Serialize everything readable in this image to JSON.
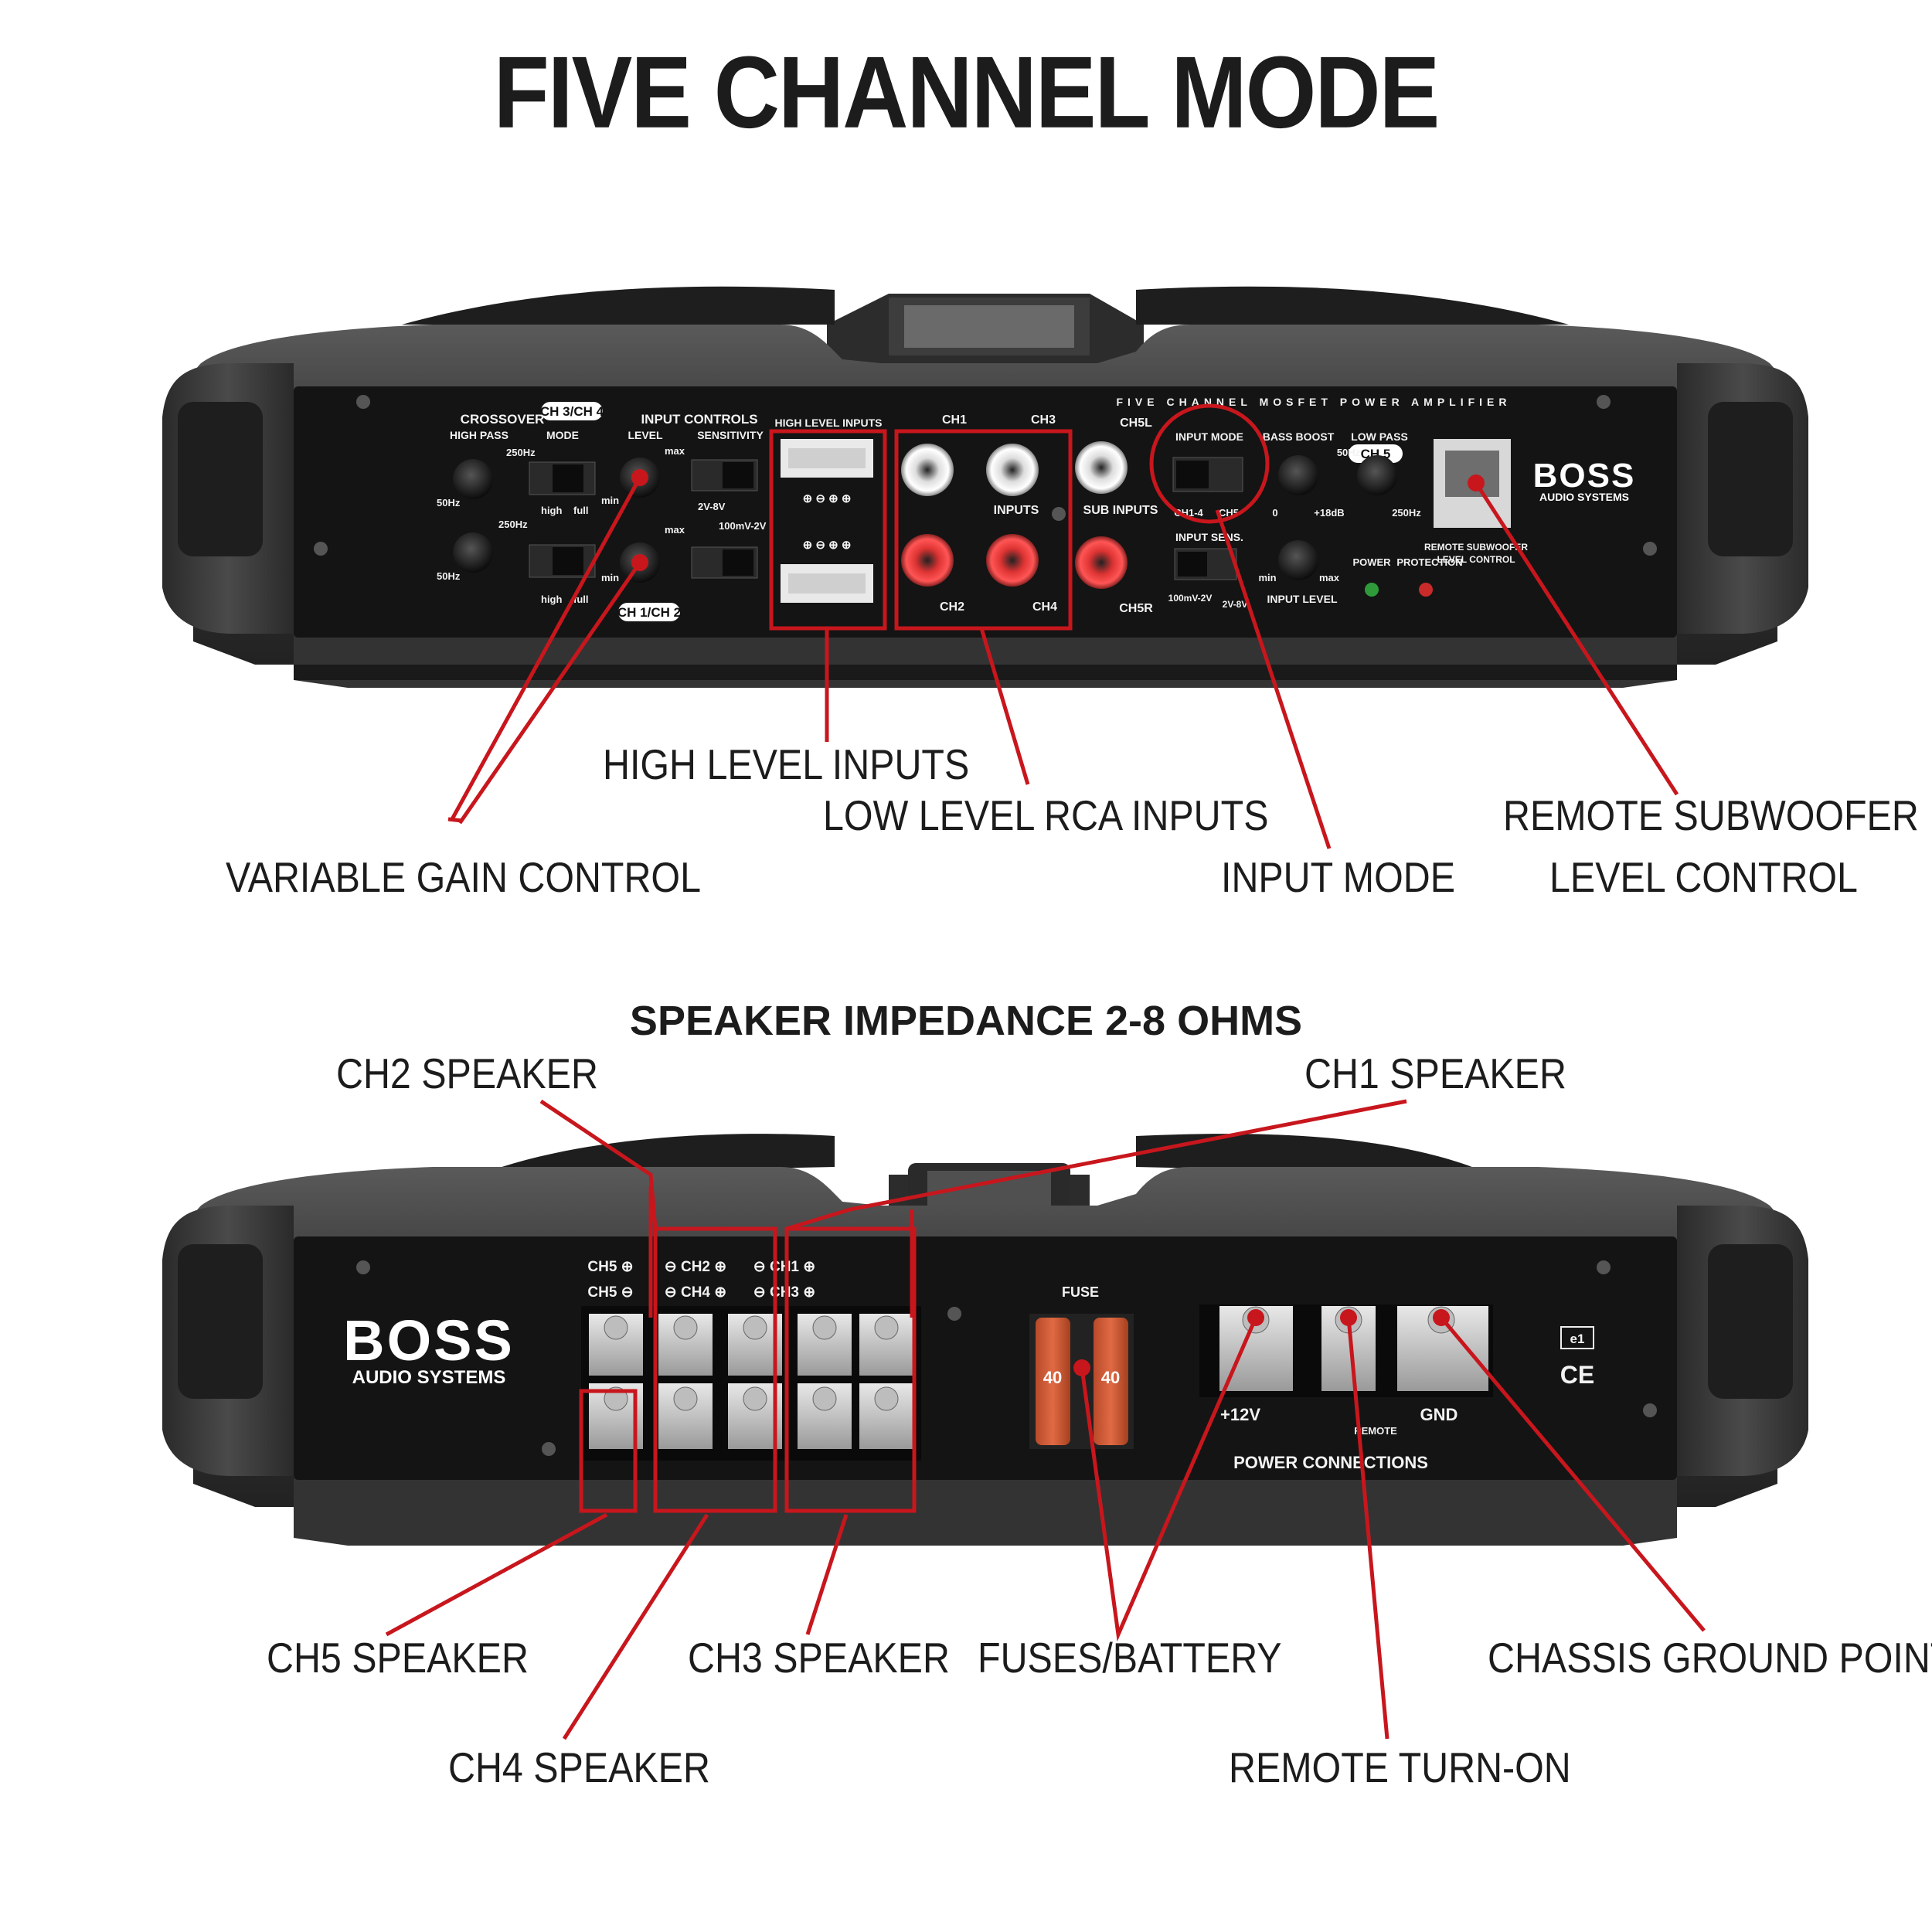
{
  "title": "FIVE CHANNEL MODE",
  "subtitle": "SPEAKER IMPEDANCE 2-8 OHMS",
  "colors": {
    "callout_red": "#c8161d",
    "chassis": "#2b2b2b",
    "panel": "#151515"
  },
  "top_panel": {
    "brand": "BOSS",
    "brand_sub": "AUDIO SYSTEMS",
    "header": "FIVE CHANNEL MOSFET POWER AMPLIFIER",
    "ch34": "CH 3/CH 4",
    "ch12": "CH 1/CH 2",
    "ch5": "CH 5",
    "crossover": "CROSSOVER",
    "high_pass": "HIGH PASS",
    "mode": "MODE",
    "input_controls": "INPUT CONTROLS",
    "level": "LEVEL",
    "sensitivity": "SENSITIVITY",
    "high_level_inputs": "HIGH LEVEL INPUTS",
    "ch1": "CH1",
    "ch2": "CH2",
    "ch3": "CH3",
    "ch4": "CH4",
    "ch5l": "CH5L",
    "ch5r": "CH5R",
    "inputs": "INPUTS",
    "sub_inputs": "SUB INPUTS",
    "input_mode": "INPUT  MODE",
    "ch14": "CH1-4",
    "ch5b": "CH5",
    "input_sens": "INPUT SENS.",
    "bass_boost": "BASS BOOST",
    "low_pass": "LOW PASS",
    "input_level": "INPUT LEVEL",
    "power": "POWER",
    "protection": "PROTECTION",
    "remote_sub": "REMOTE SUBWOOFER",
    "level_control": "LEVEL CONTROL",
    "f250": "250Hz",
    "f50": "50Hz",
    "high": "high",
    "full": "full",
    "min": "min",
    "max": "max",
    "s1": "2V-8V",
    "s2": "100mV-2V",
    "db0": "0",
    "db18": "+18dB"
  },
  "bottom_panel": {
    "brand": "BOSS",
    "brand_sub": "AUDIO SYSTEMS",
    "fuse": "FUSE",
    "fuse_rating": "40",
    "plus12": "+12V",
    "remote": "REMOTE",
    "gnd": "GND",
    "power_connections": "POWER CONNECTIONS",
    "ch5p": "CH5 ⊕",
    "ch5m": "CH5 ⊖",
    "ch2": "⊖ CH2 ⊕",
    "ch4": "⊖ CH4 ⊕",
    "ch1": "⊖ CH1 ⊕",
    "ch3": "⊖ CH3 ⊕",
    "e1": "e1",
    "ce": "CE"
  },
  "callouts": {
    "high_level_inputs": "HIGH LEVEL INPUTS",
    "low_level_rca": "LOW LEVEL RCA INPUTS",
    "variable_gain": "VARIABLE GAIN CONTROL",
    "input_mode": "INPUT MODE",
    "remote_sub_1": "REMOTE SUBWOOFER",
    "remote_sub_2": "LEVEL CONTROL",
    "ch2_speaker": "CH2 SPEAKER",
    "ch1_speaker": "CH1 SPEAKER",
    "ch5_speaker": "CH5 SPEAKER",
    "ch3_speaker": "CH3 SPEAKER",
    "ch4_speaker": "CH4 SPEAKER",
    "fuses_battery": "FUSES/BATTERY",
    "chassis_ground": "CHASSIS GROUND POINT",
    "remote_turn_on": "REMOTE TURN-ON"
  }
}
